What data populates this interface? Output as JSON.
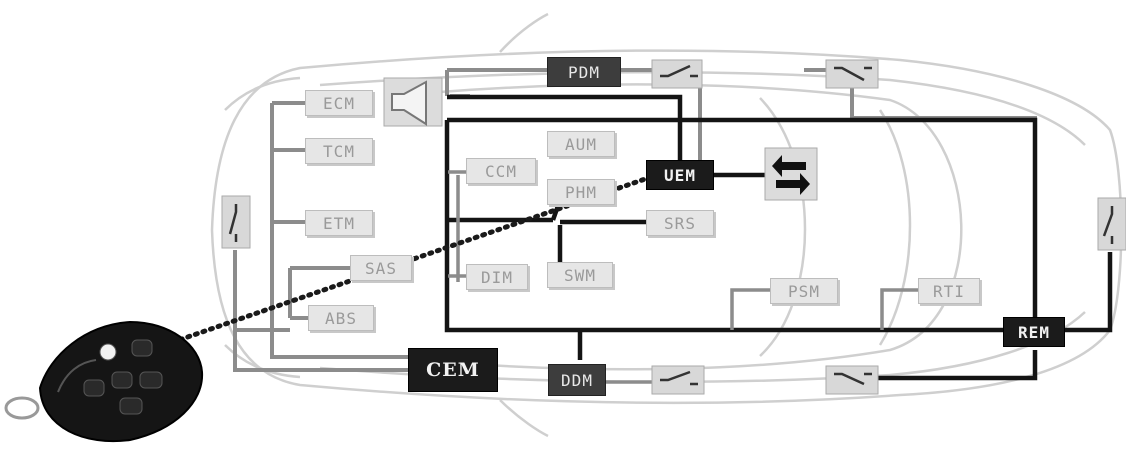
{
  "modules": {
    "pdm": "PDM",
    "ecm": "ECM",
    "tcm": "TCM",
    "etm": "ETM",
    "sas": "SAS",
    "abs": "ABS",
    "ccm": "CCM",
    "aum": "AUM",
    "phm": "PHM",
    "uem": "UEM",
    "srs": "SRS",
    "dim": "DIM",
    "swm": "SWM",
    "psm": "PSM",
    "rti": "RTI",
    "rem": "REM",
    "cem": "CEM",
    "ddm": "DDM"
  },
  "icons": [
    "car-outline-icon",
    "horn-icon",
    "switch-icon",
    "arrows-exchange-icon",
    "key-fob-icon"
  ],
  "colors": {
    "bus_dark": "#141414",
    "bus_grey": "#8c8c8c",
    "module_light": "#e6e6e6",
    "module_dark": "#1b1b1b",
    "link_dotted": "#1a1a1a"
  }
}
